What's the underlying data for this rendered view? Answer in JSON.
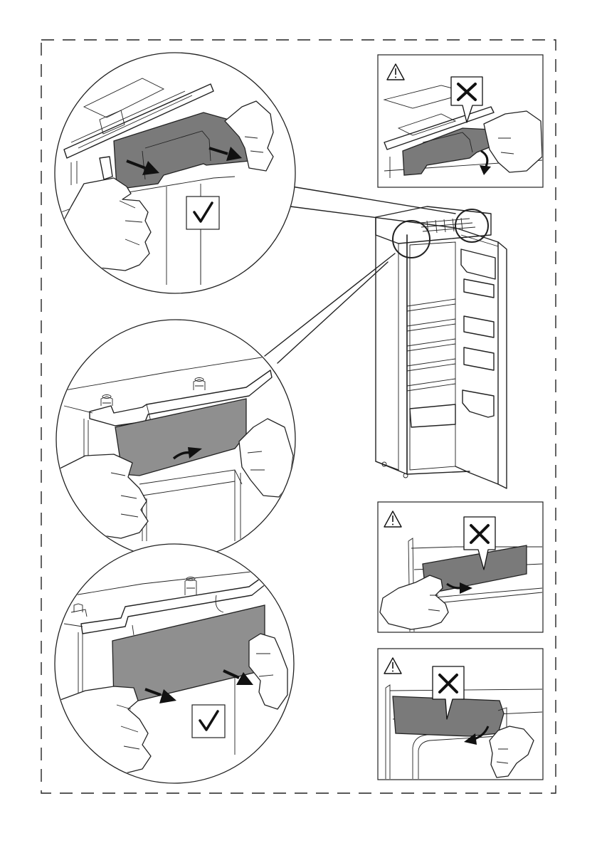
{
  "figure": {
    "panels": [
      {
        "id": "top-left-detail",
        "status": "correct",
        "icon": "checkmark-icon"
      },
      {
        "id": "top-right-warning",
        "status": "incorrect",
        "icon": "cross-icon"
      },
      {
        "id": "middle-detail",
        "status": "step",
        "icon": "curved-arrow-icon"
      },
      {
        "id": "bottom-left-detail",
        "status": "correct",
        "icon": "checkmark-icon"
      },
      {
        "id": "mid-right-warning",
        "status": "incorrect",
        "icon": "cross-icon"
      },
      {
        "id": "bottom-right-warning",
        "status": "incorrect",
        "icon": "cross-icon"
      }
    ],
    "colors": {
      "panel_fill": "#8f8f8f",
      "line": "#222222",
      "arrow": "#111111",
      "background": "#ffffff"
    },
    "glyphs": {
      "check": "✓",
      "cross": "✕",
      "warning": "!"
    }
  }
}
